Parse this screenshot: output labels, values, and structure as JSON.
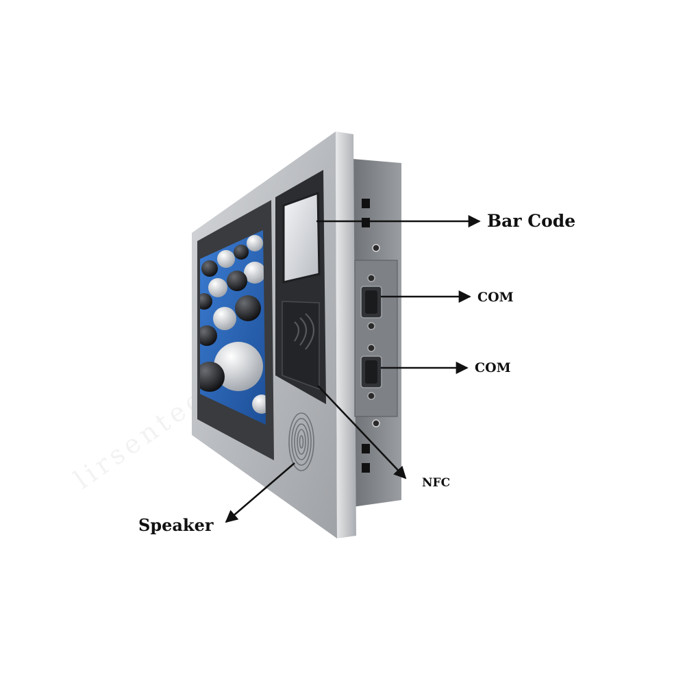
{
  "watermark": "lirsentech",
  "callouts": {
    "bar_code": "Bar Code",
    "com_1": "COM",
    "com_2": "COM",
    "nfc": "NFC",
    "speaker": "Speaker"
  },
  "colors": {
    "frame_silver": "#b9bcc0",
    "bezel_dark": "#3a3b3e",
    "screen_blue": "#2f6fc4",
    "side_panel": "#85888c",
    "arrow": "#111111"
  }
}
